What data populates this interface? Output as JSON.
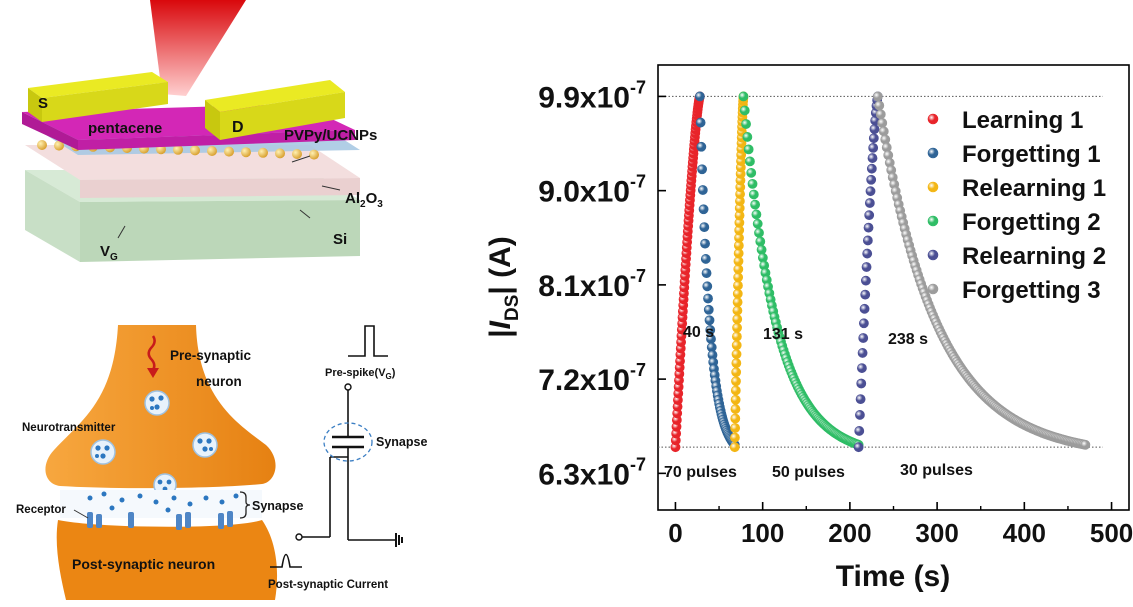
{
  "device": {
    "source_label": "S",
    "drain_label": "D",
    "semiconductor_label": "pentacene",
    "dielectric_label": "PVPy/UCNPs",
    "oxide_label": "Al2O3",
    "substrate_label": "Si",
    "gate_label": "VG"
  },
  "synapse_diagram": {
    "pre_neuron_label_1": "Pre-synaptic",
    "pre_neuron_label_2": "neuron",
    "neurotransmitter_label": "Neurotransmitter",
    "receptor_label": "Receptor",
    "synapse_label": "Synapse",
    "post_neuron_label": "Post-synaptic neuron",
    "prespike_label": "Pre-spike(VG)",
    "circuit_synapse_label": "Synapse",
    "post_current_label": "Post-synaptic Current"
  },
  "chart_data": {
    "type": "scatter",
    "xlabel": "Time (s)",
    "ylabel": "|IDS| (A)",
    "xlim": [
      -20,
      520
    ],
    "ylim": [
      5.95e-07,
      1.02e-06
    ],
    "xticks": [
      "0",
      "100",
      "200",
      "300",
      "400",
      "500"
    ],
    "yticks": [
      "6.3x10-7",
      "7.2x10-7",
      "8.1x10-7",
      "9.0x10-7",
      "9.9x10-7"
    ],
    "ytick_values": [
      6.3e-07,
      7.2e-07,
      8.1e-07,
      9e-07,
      9.9e-07
    ],
    "reference_lines": [
      6.55e-07,
      9.9e-07
    ],
    "legend_position": "top-right",
    "series": [
      {
        "name": "Learning 1",
        "color": "#e8242a",
        "kind": "rise",
        "x_start": 0,
        "x_end": 28,
        "points": 70,
        "y_start": 6.55e-07,
        "y_end": 9.9e-07
      },
      {
        "name": "Forgetting 1",
        "color": "#2f6496",
        "kind": "decay",
        "x_start": 28,
        "x_end": 68,
        "points": 48,
        "y_start": 9.9e-07,
        "y_end": 6.55e-07
      },
      {
        "name": "Relearning 1",
        "color": "#f3b614",
        "kind": "rise",
        "x_start": 68,
        "x_end": 78,
        "points": 50,
        "y_start": 6.55e-07,
        "y_end": 9.9e-07
      },
      {
        "name": "Forgetting 2",
        "color": "#2fbd66",
        "kind": "decay",
        "x_start": 78,
        "x_end": 210,
        "points": 90,
        "y_start": 9.9e-07,
        "y_end": 6.55e-07
      },
      {
        "name": "Relearning 2",
        "color": "#4b4f94",
        "kind": "rise",
        "x_start": 210,
        "x_end": 232,
        "points": 30,
        "y_start": 6.55e-07,
        "y_end": 9.9e-07
      },
      {
        "name": "Forgetting 3",
        "color": "#9c9c9c",
        "kind": "decay",
        "x_start": 232,
        "x_end": 470,
        "points": 140,
        "y_start": 9.9e-07,
        "y_end": 6.55e-07
      }
    ],
    "annotations": {
      "forget1_time": "40 s",
      "forget2_time": "131 s",
      "forget3_time": "238 s",
      "pulses_1": "70 pulses",
      "pulses_2": "50 pulses",
      "pulses_3": "30 pulses"
    }
  }
}
